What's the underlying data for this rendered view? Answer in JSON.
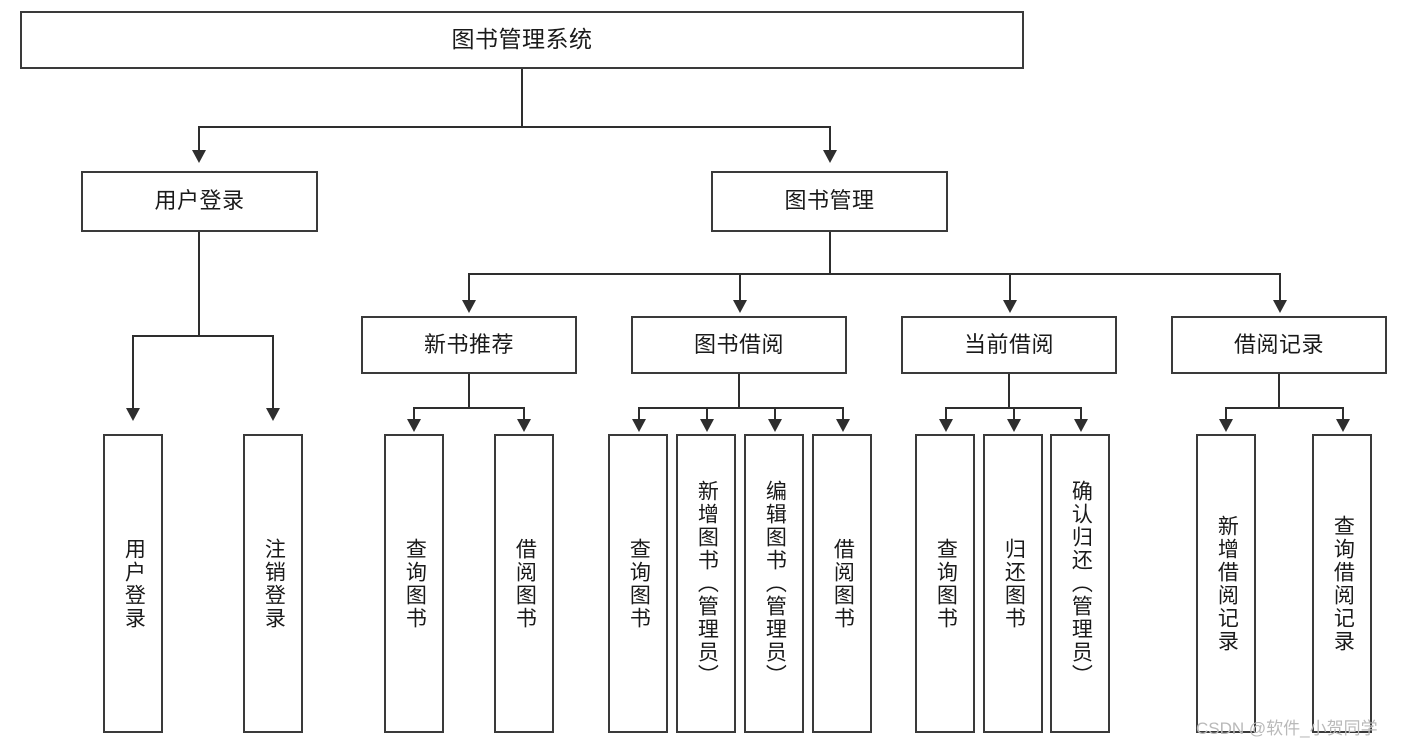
{
  "diagram": {
    "title": "图书管理系统",
    "type": "tree",
    "levels": 4,
    "root": {
      "id": "root",
      "label": "图书管理系统"
    },
    "level2": [
      {
        "id": "user-login",
        "label": "用户登录"
      },
      {
        "id": "book-manage",
        "label": "图书管理"
      }
    ],
    "level3": [
      {
        "id": "new-book-rec",
        "label": "新书推荐",
        "parent": "book-manage"
      },
      {
        "id": "book-borrow",
        "label": "图书借阅",
        "parent": "book-manage"
      },
      {
        "id": "current-borrow",
        "label": "当前借阅",
        "parent": "book-manage"
      },
      {
        "id": "borrow-record",
        "label": "借阅记录",
        "parent": "book-manage"
      }
    ],
    "leaves": {
      "user-login": [
        {
          "id": "leaf-user-login",
          "label": "用户登录"
        },
        {
          "id": "leaf-logout",
          "label": "注销登录"
        }
      ],
      "new-book-rec": [
        {
          "id": "leaf-query-book-1",
          "label": "查询图书"
        },
        {
          "id": "leaf-borrow-book-1",
          "label": "借阅图书"
        }
      ],
      "book-borrow": [
        {
          "id": "leaf-query-book-2",
          "label": "查询图书"
        },
        {
          "id": "leaf-add-book",
          "label": "新增图书（管理员）"
        },
        {
          "id": "leaf-edit-book",
          "label": "编辑图书（管理员）"
        },
        {
          "id": "leaf-borrow-book-2",
          "label": "借阅图书"
        }
      ],
      "current-borrow": [
        {
          "id": "leaf-query-book-3",
          "label": "查询图书"
        },
        {
          "id": "leaf-return-book",
          "label": "归还图书"
        },
        {
          "id": "leaf-confirm-return",
          "label": "确认归还（管理员）"
        }
      ],
      "borrow-record": [
        {
          "id": "leaf-add-record",
          "label": "新增借阅记录"
        },
        {
          "id": "leaf-query-record",
          "label": "查询借阅记录"
        }
      ]
    }
  },
  "watermark": {
    "text": "CSDN @软件_小贺同学"
  },
  "colors": {
    "box_border": "#3a3a3a",
    "line": "#2e2e2e",
    "text": "#1a1a1a",
    "background": "#ffffff",
    "watermark": "#b9b9b9"
  }
}
